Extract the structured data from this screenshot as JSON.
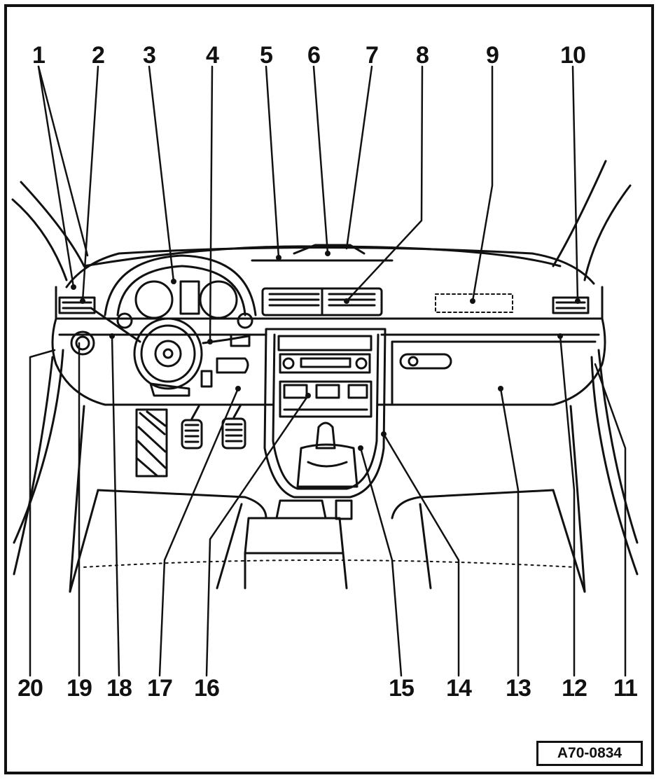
{
  "diagram": {
    "top_callouts": [
      "1",
      "2",
      "3",
      "4",
      "5",
      "6",
      "7",
      "8",
      "9",
      "10"
    ],
    "bottom_callouts": [
      "20",
      "19",
      "18",
      "17",
      "16",
      "15",
      "14",
      "13",
      "12",
      "11"
    ],
    "reference_code": "A70-0834"
  }
}
